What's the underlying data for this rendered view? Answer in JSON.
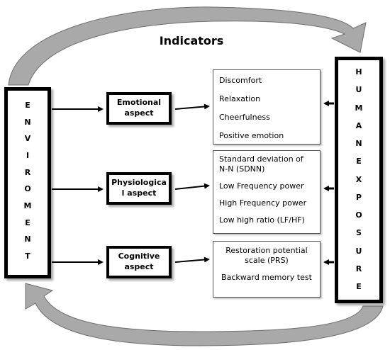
{
  "title": "Indicators",
  "environment": {
    "label": "ENVIROMENT"
  },
  "human": {
    "label": "HUMAN EXPOSURE"
  },
  "aspects": [
    {
      "label": "Emotional aspect"
    },
    {
      "label": "Physiologica l aspect"
    },
    {
      "label": "Cognitive aspect"
    }
  ],
  "indicators": {
    "emotional": [
      "Discomfort",
      "Relaxation",
      "Cheerfulness",
      "Positive emotion"
    ],
    "physiological": [
      "Standard deviation of N-N (SDNN)",
      "Low Frequency power",
      "High Frequency power",
      "Low high ratio (LF/HF)"
    ],
    "cognitive": [
      "Restoration potential scale (PRS)",
      "Backward memory test"
    ]
  },
  "colors": {
    "cycle_arrow": "#a9a9a9",
    "cycle_arrow_edge": "#6e6e6e",
    "box_border": "#000000"
  }
}
